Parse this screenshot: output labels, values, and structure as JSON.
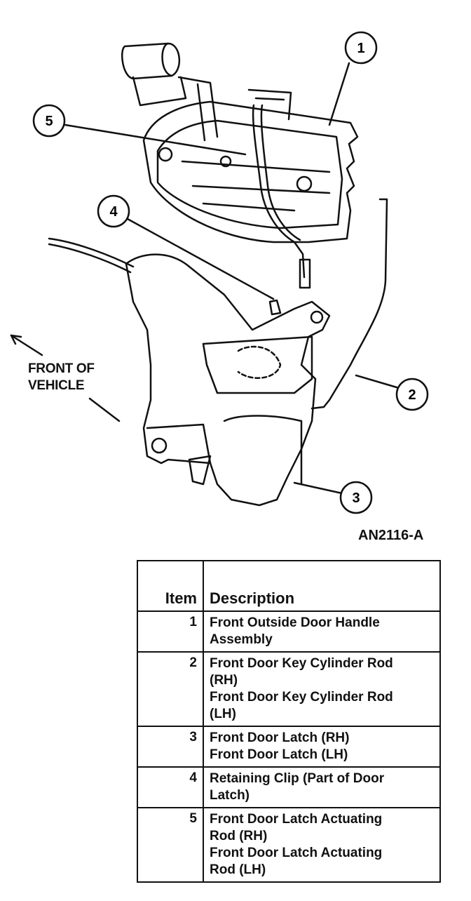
{
  "callouts": [
    "1",
    "2",
    "3",
    "4",
    "5"
  ],
  "front_label": [
    "FRONT OF",
    "VEHICLE"
  ],
  "figure_id": "AN2116-A",
  "legend": {
    "header_item": "Item",
    "header_description": "Description",
    "rows": [
      {
        "item": "1",
        "lines": [
          "Front Outside Door Handle",
          "Assembly"
        ]
      },
      {
        "item": "2",
        "lines": [
          "Front Door Key Cylinder Rod",
          "(RH)",
          "Front Door Key Cylinder Rod",
          "(LH)"
        ]
      },
      {
        "item": "3",
        "lines": [
          "Front Door Latch (RH)",
          "Front Door Latch (LH)"
        ]
      },
      {
        "item": "4",
        "lines": [
          "Retaining Clip (Part of Door",
          "Latch)"
        ]
      },
      {
        "item": "5",
        "lines": [
          "Front Door Latch Actuating",
          "Rod (RH)",
          "Front Door Latch Actuating",
          "Rod (LH)"
        ]
      }
    ]
  }
}
